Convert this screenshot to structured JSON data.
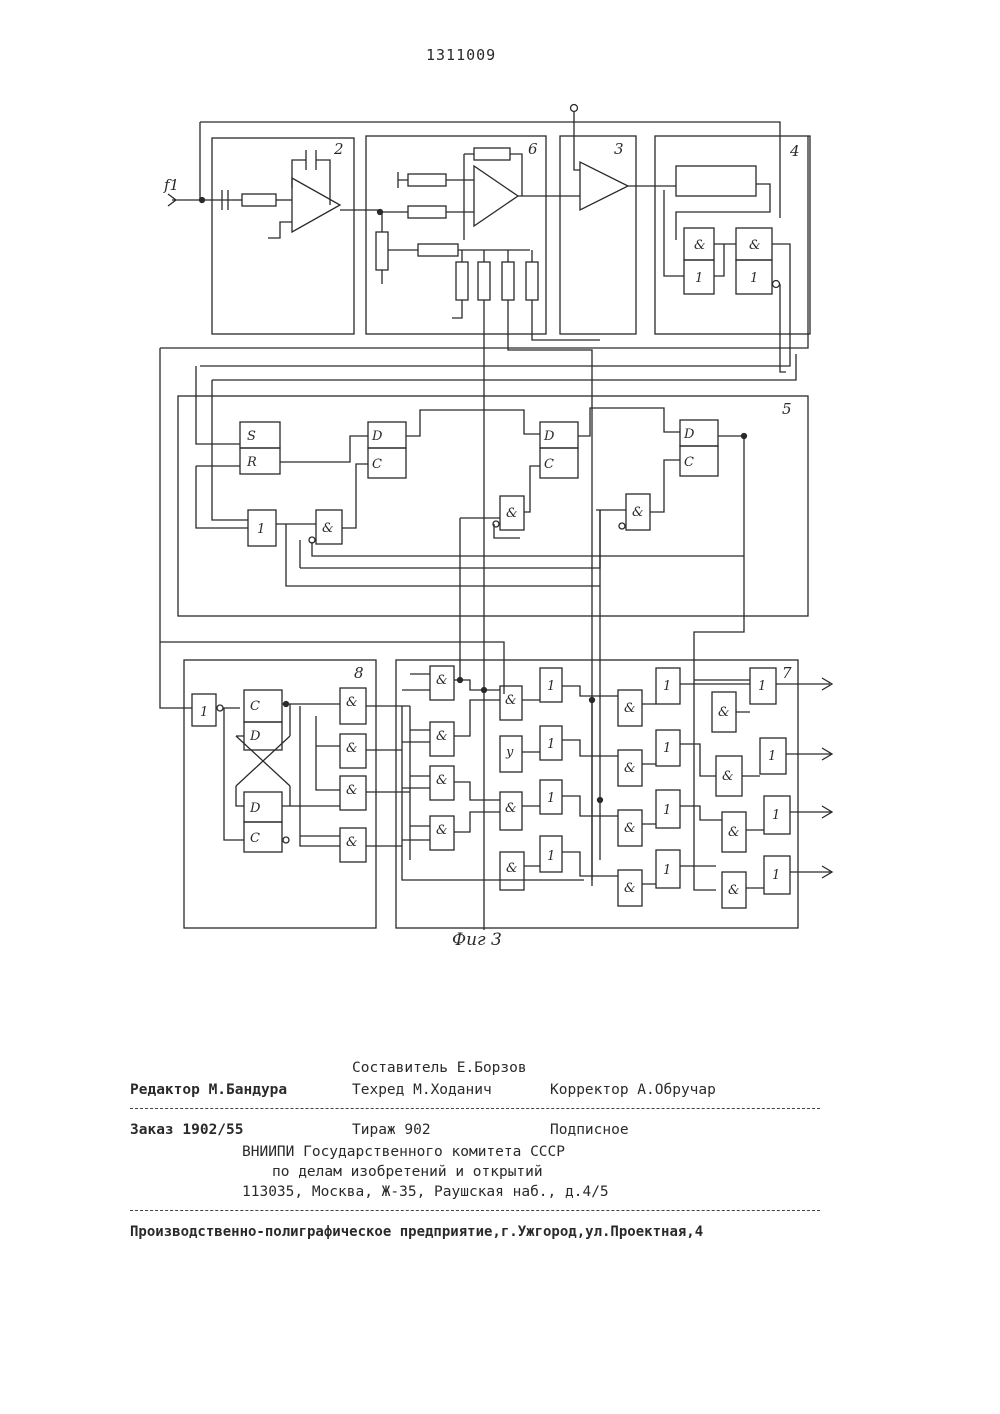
{
  "page_number": "1311009",
  "figure": {
    "caption": "Фиг 3",
    "input_label": "f1",
    "block_numbers": [
      "2",
      "6",
      "3",
      "4",
      "5",
      "8",
      "7"
    ],
    "gate_and": "&",
    "gate_or": "1",
    "gate_y": "у",
    "ff_s": "S",
    "ff_r": "R",
    "ff_d": "D",
    "ff_c": "C"
  },
  "imprint": {
    "compiler": "Составитель Е.Борзов",
    "editor": "Редактор М.Бандура",
    "techred": "Техред М.Ходанич",
    "corrector": "Корректор А.Обручар",
    "order": "Заказ 1902/55",
    "circulation": "Тираж 902",
    "subscription": "Подписное",
    "org1": "ВНИИПИ Государственного комитета СССР",
    "org2": "по делам изобретений и открытий",
    "address": "113035, Москва, Ж-35, Раушская наб., д.4/5",
    "printer": "Производственно-полиграфическое предприятие,г.Ужгород,ул.Проектная,4"
  }
}
